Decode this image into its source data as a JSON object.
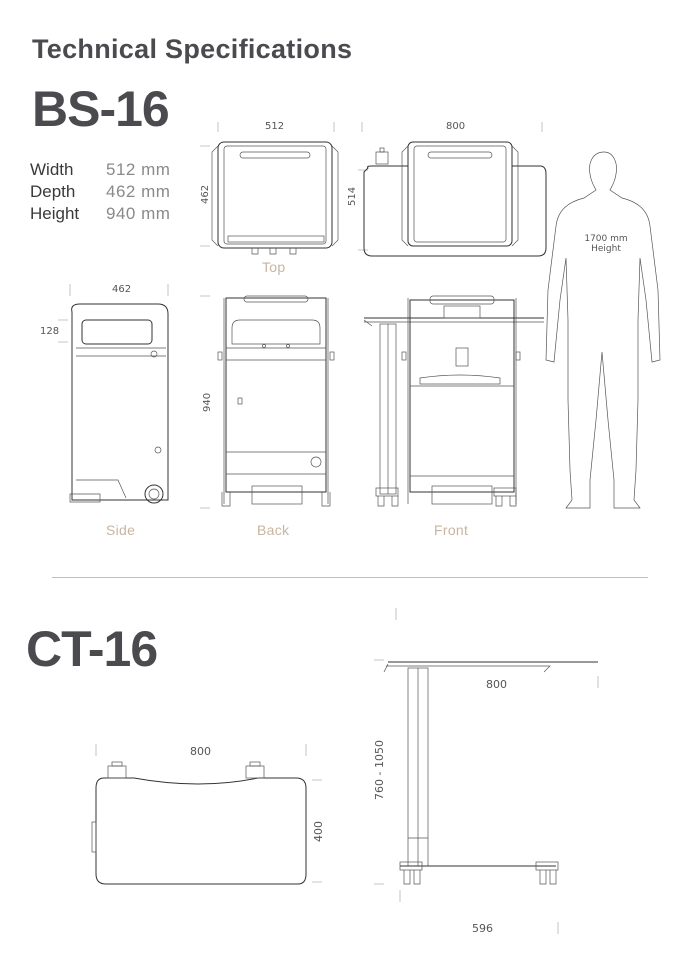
{
  "page": {
    "title": "Technical Specifications"
  },
  "bs16": {
    "model": "BS-16",
    "specs": [
      {
        "label": "Width",
        "value": "512  mm"
      },
      {
        "label": "Depth",
        "value": "462 mm"
      },
      {
        "label": "Height",
        "value": "940 mm"
      }
    ],
    "dims": {
      "top_width": "512",
      "top_depth": "462",
      "tabletop_width": "800",
      "tabletop_depth": "514",
      "side_depth": "462",
      "side_handle": "128",
      "back_height": "940"
    },
    "views": {
      "top": "Top",
      "side": "Side",
      "back": "Back",
      "front": "Front"
    },
    "person": {
      "height_label": "1700 mm",
      "height_caption": "Height"
    }
  },
  "ct16": {
    "model": "CT-16",
    "dims": {
      "top_width": "800",
      "top_depth": "400",
      "side_top_width": "800",
      "height_range": "760 - 1050",
      "base_width": "596"
    }
  },
  "colors": {
    "title": "#4a4a4f",
    "view_label": "#c8b4a0",
    "divider": "#8fd3da"
  }
}
